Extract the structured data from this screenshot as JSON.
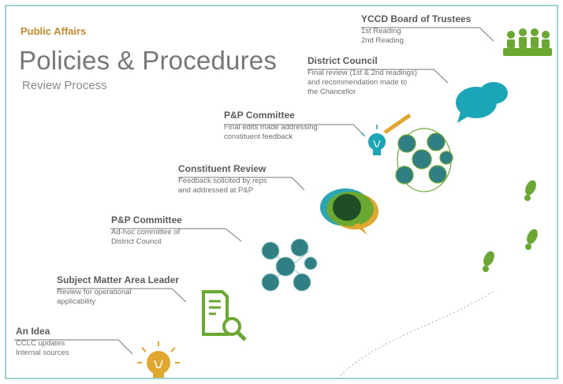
{
  "header": {
    "brand": "Public Affairs",
    "title": "Policies & Procedures",
    "subtitle": "Review Process"
  },
  "steps": [
    {
      "title": "An Idea",
      "lines": [
        "CCLC updates",
        "Internal sources"
      ],
      "icon": "lightbulb-icon"
    },
    {
      "title": "Subject Matter Area Leader",
      "lines": [
        "Review for operational",
        "applicability"
      ],
      "icon": "document-search-icon"
    },
    {
      "title": "P&P Committee",
      "lines": [
        "Ad-hoc committee of",
        "District Council"
      ],
      "icon": "committee-circles-icon"
    },
    {
      "title": "Constituent Review",
      "lines": [
        "Feedback solicited by reps",
        "and addressed at P&P"
      ],
      "icon": "speech-bubbles-icon"
    },
    {
      "title": "P&P Committee",
      "lines": [
        "Final edits made addressing",
        "constituent feedback"
      ],
      "icon": "lightbulb-pencil-icon"
    },
    {
      "title": "District Council",
      "lines": [
        "Final review (1st & 2nd readings)",
        "and recommendation made to",
        "the Chancellor"
      ],
      "icon": "chat-bubbles-icon"
    },
    {
      "title": "YCCD Board of Trustees",
      "lines": [
        "1st Reading",
        "2nd Reading"
      ],
      "icon": "board-meeting-icon"
    }
  ],
  "colors": {
    "teal": "#2f8c8c",
    "tealLight": "#1aa6b7",
    "green": "#6aa832",
    "gold": "#e0a82e",
    "orange": "#c58a2c"
  }
}
